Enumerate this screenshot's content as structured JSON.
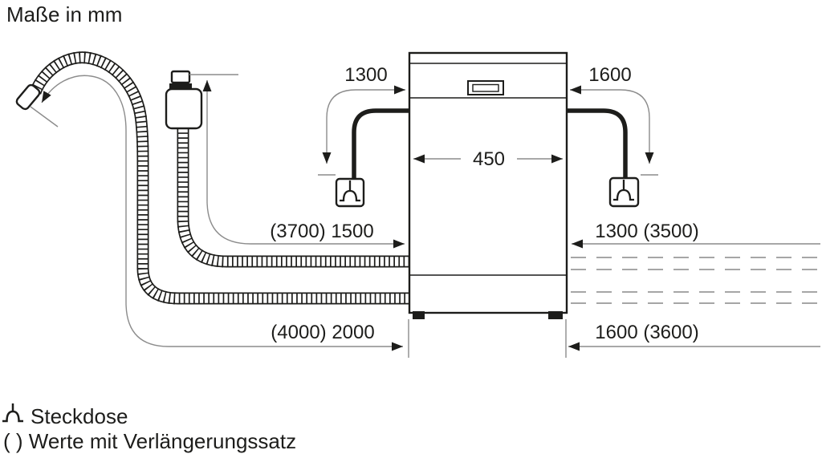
{
  "title": "Maße in mm",
  "unit": "mm",
  "dimensions": {
    "power_cord_left": "1300",
    "power_cord_right": "1600",
    "appliance_width": "450",
    "supply_hose_left": "(3700) 1500",
    "hoses_right_upper": "1300 (3500)",
    "drain_hose_left": "(4000) 2000",
    "hoses_right_lower": "1600 (3600)"
  },
  "legend": {
    "socket_icon": "power-socket-symbol",
    "socket_label": "Steckdose",
    "parentheses_label": "( ) Werte mit Verlängerungssatz"
  },
  "colors": {
    "line": "#1d1d1b",
    "dim_line": "#8c8c8c",
    "background": "#ffffff"
  }
}
